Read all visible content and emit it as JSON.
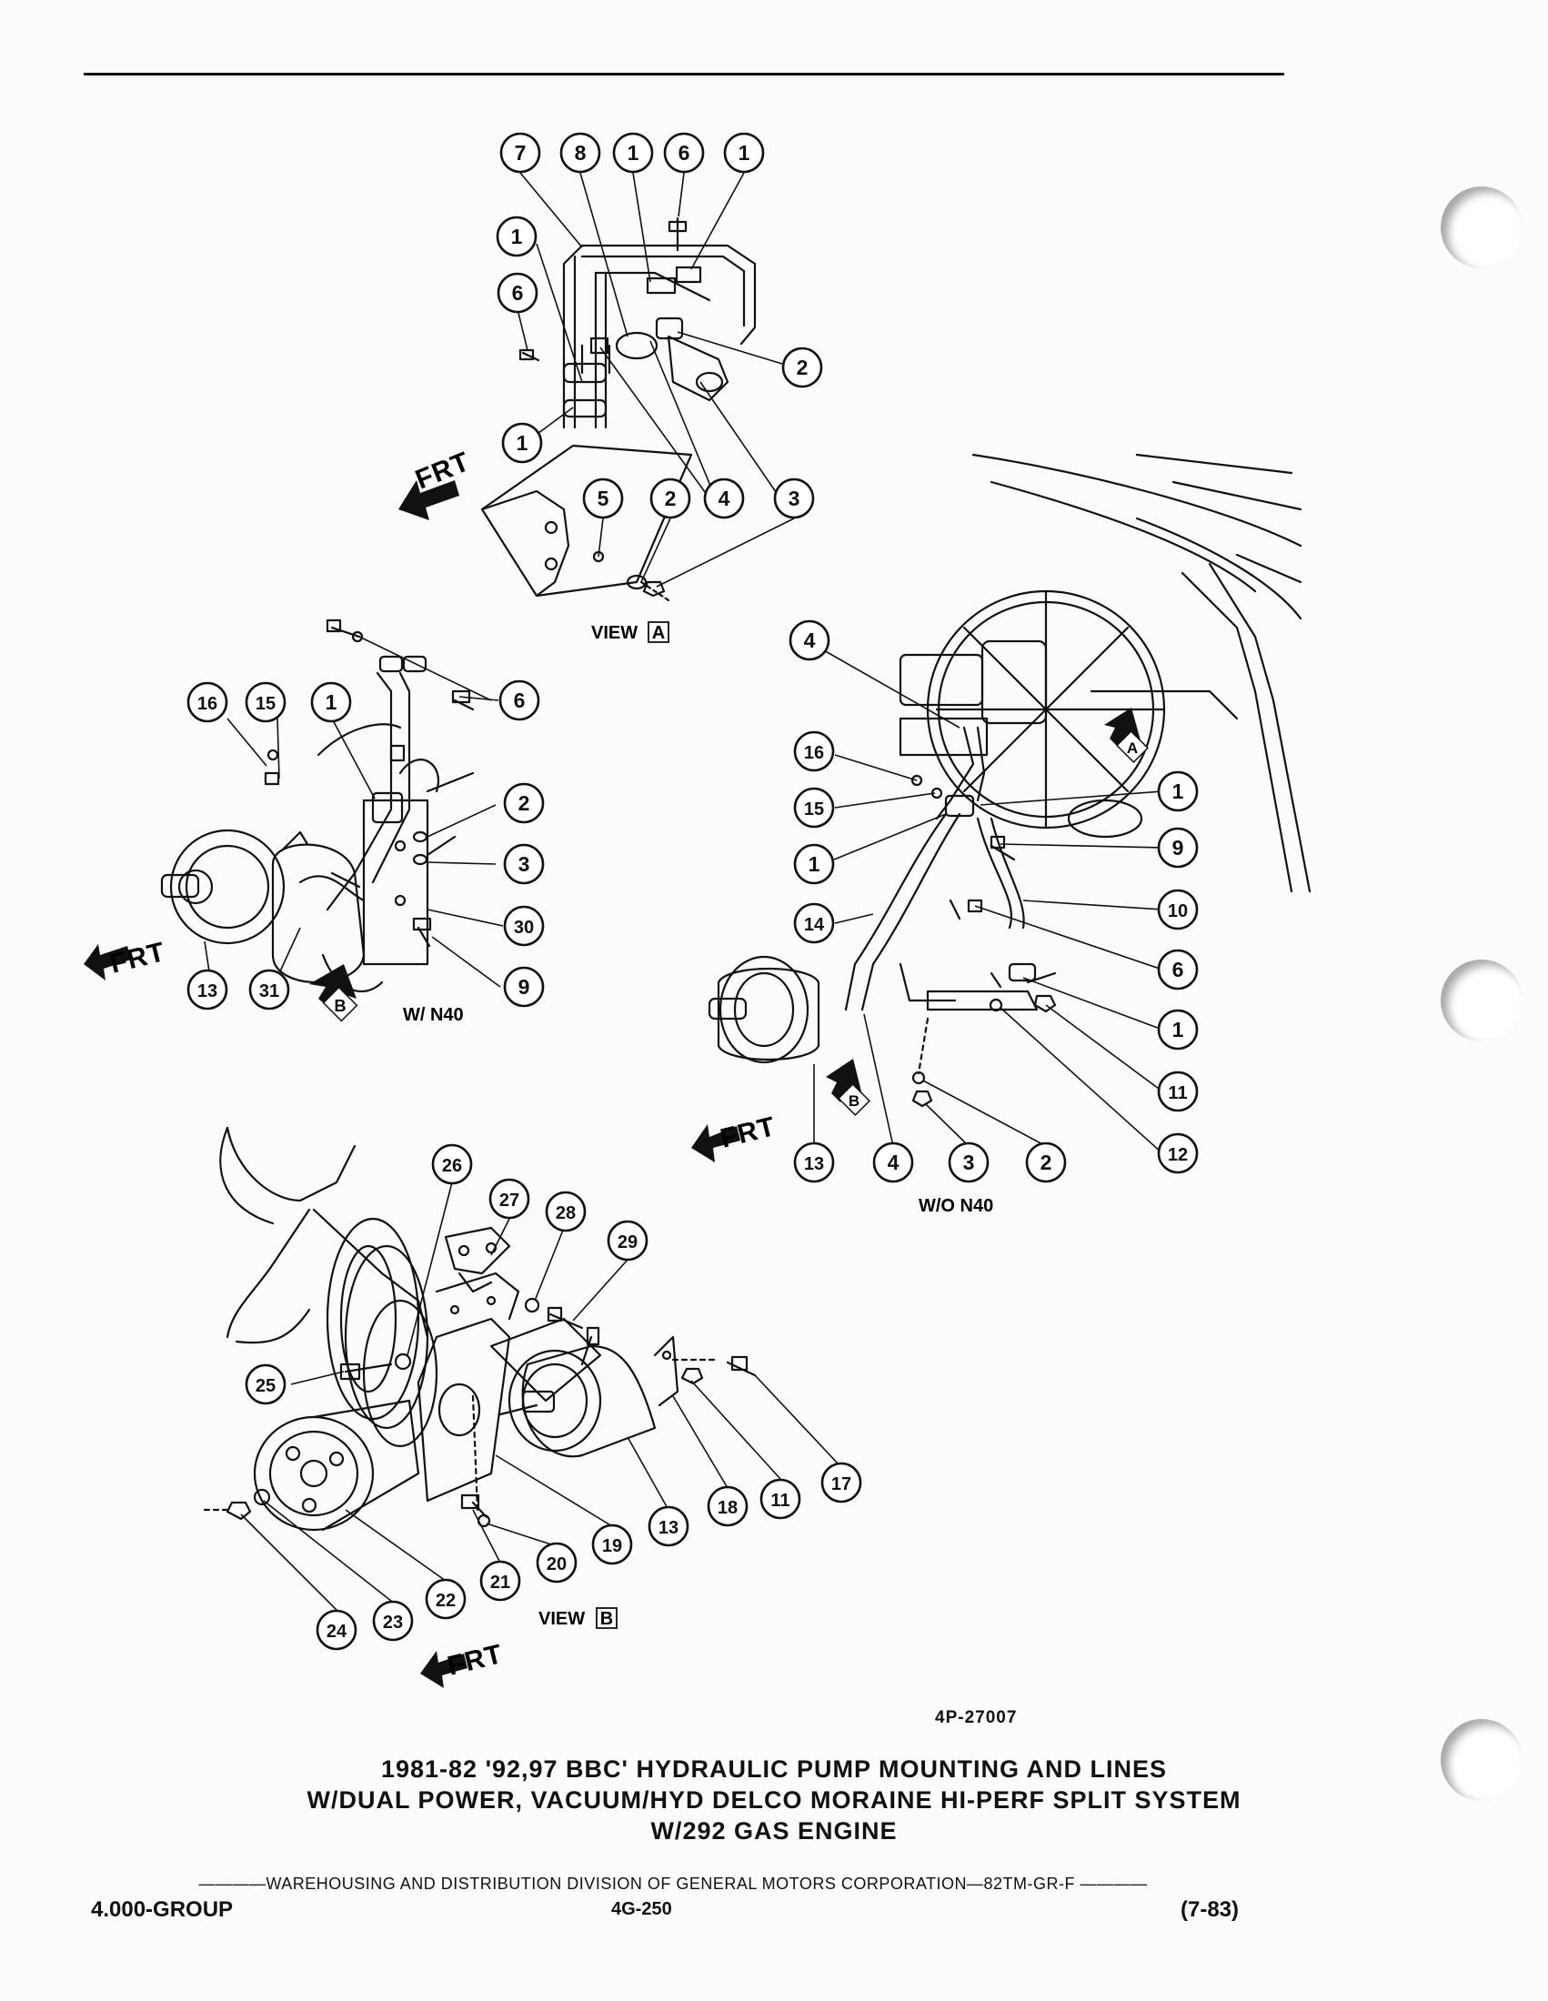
{
  "diagram": {
    "views": {
      "view_a_label": "VIEW",
      "view_a_letter": "A",
      "view_b_label": "VIEW",
      "view_b_letter": "B",
      "with_n40": "W/ N40",
      "without_n40": "W/O N40",
      "frt": "FRT",
      "arrow_a": "A",
      "arrow_b": "B"
    },
    "callouts_view_a": [
      "7",
      "8",
      "1",
      "6",
      "1",
      "1",
      "6",
      "2",
      "1",
      "5",
      "2",
      "4",
      "3"
    ],
    "callouts_with_n40": [
      "16",
      "15",
      "1",
      "6",
      "2",
      "3",
      "30",
      "9",
      "13",
      "31"
    ],
    "callouts_without_n40": [
      "4",
      "16",
      "15",
      "1",
      "1",
      "9",
      "14",
      "10",
      "6",
      "1",
      "11",
      "12",
      "13",
      "4",
      "3",
      "2"
    ],
    "callouts_view_b": [
      "26",
      "27",
      "28",
      "29",
      "25",
      "17",
      "11",
      "18",
      "13",
      "19",
      "20",
      "21",
      "22",
      "23",
      "24"
    ],
    "figure_id": "4P-27007"
  },
  "caption": {
    "line1": "1981-82 '92,97 BBC' HYDRAULIC PUMP MOUNTING AND LINES",
    "line2": "W/DUAL POWER, VACUUM/HYD DELCO MORAINE HI-PERF SPLIT SYSTEM",
    "line3": "W/292 GAS ENGINE"
  },
  "footer": {
    "organization": "————WAREHOUSING AND DISTRIBUTION  DIVISION OF GENERAL MOTORS CORPORATION—82TM-GR-F ————",
    "group": "4.000-GROUP",
    "page": "4G-250",
    "date": "(7-83)"
  },
  "colors": {
    "ink": "#111111",
    "paper": "#fbfbf9"
  }
}
